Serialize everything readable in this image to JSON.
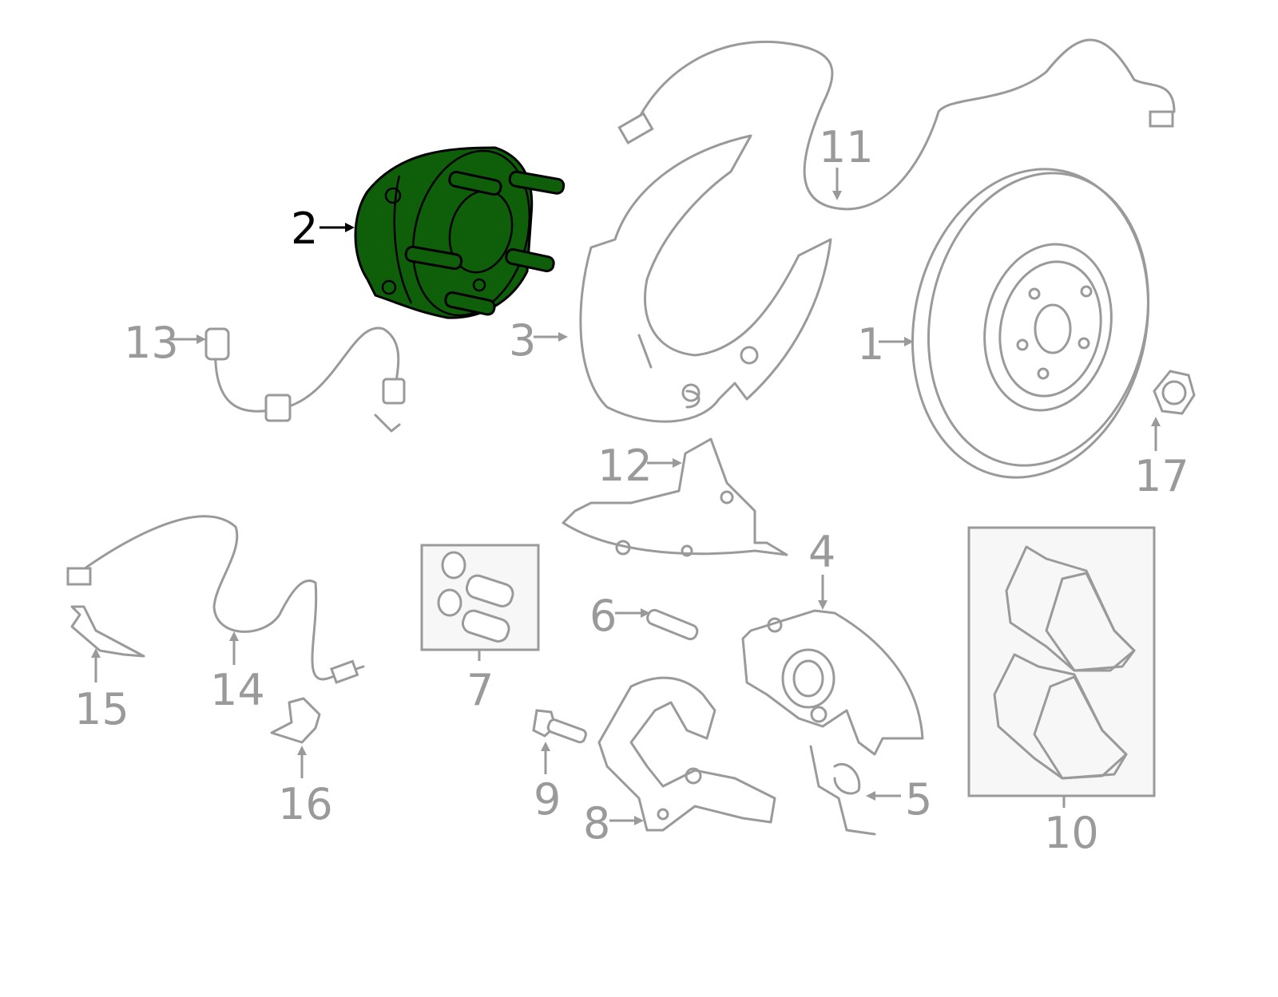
{
  "diagram": {
    "highlight_color": "#0f5e0a",
    "line_color": "#9a9a9a",
    "selected_part": "2",
    "callouts": [
      "1",
      "2",
      "3",
      "4",
      "5",
      "6",
      "7",
      "8",
      "9",
      "10",
      "11",
      "12",
      "13",
      "14",
      "15",
      "16",
      "17"
    ]
  }
}
